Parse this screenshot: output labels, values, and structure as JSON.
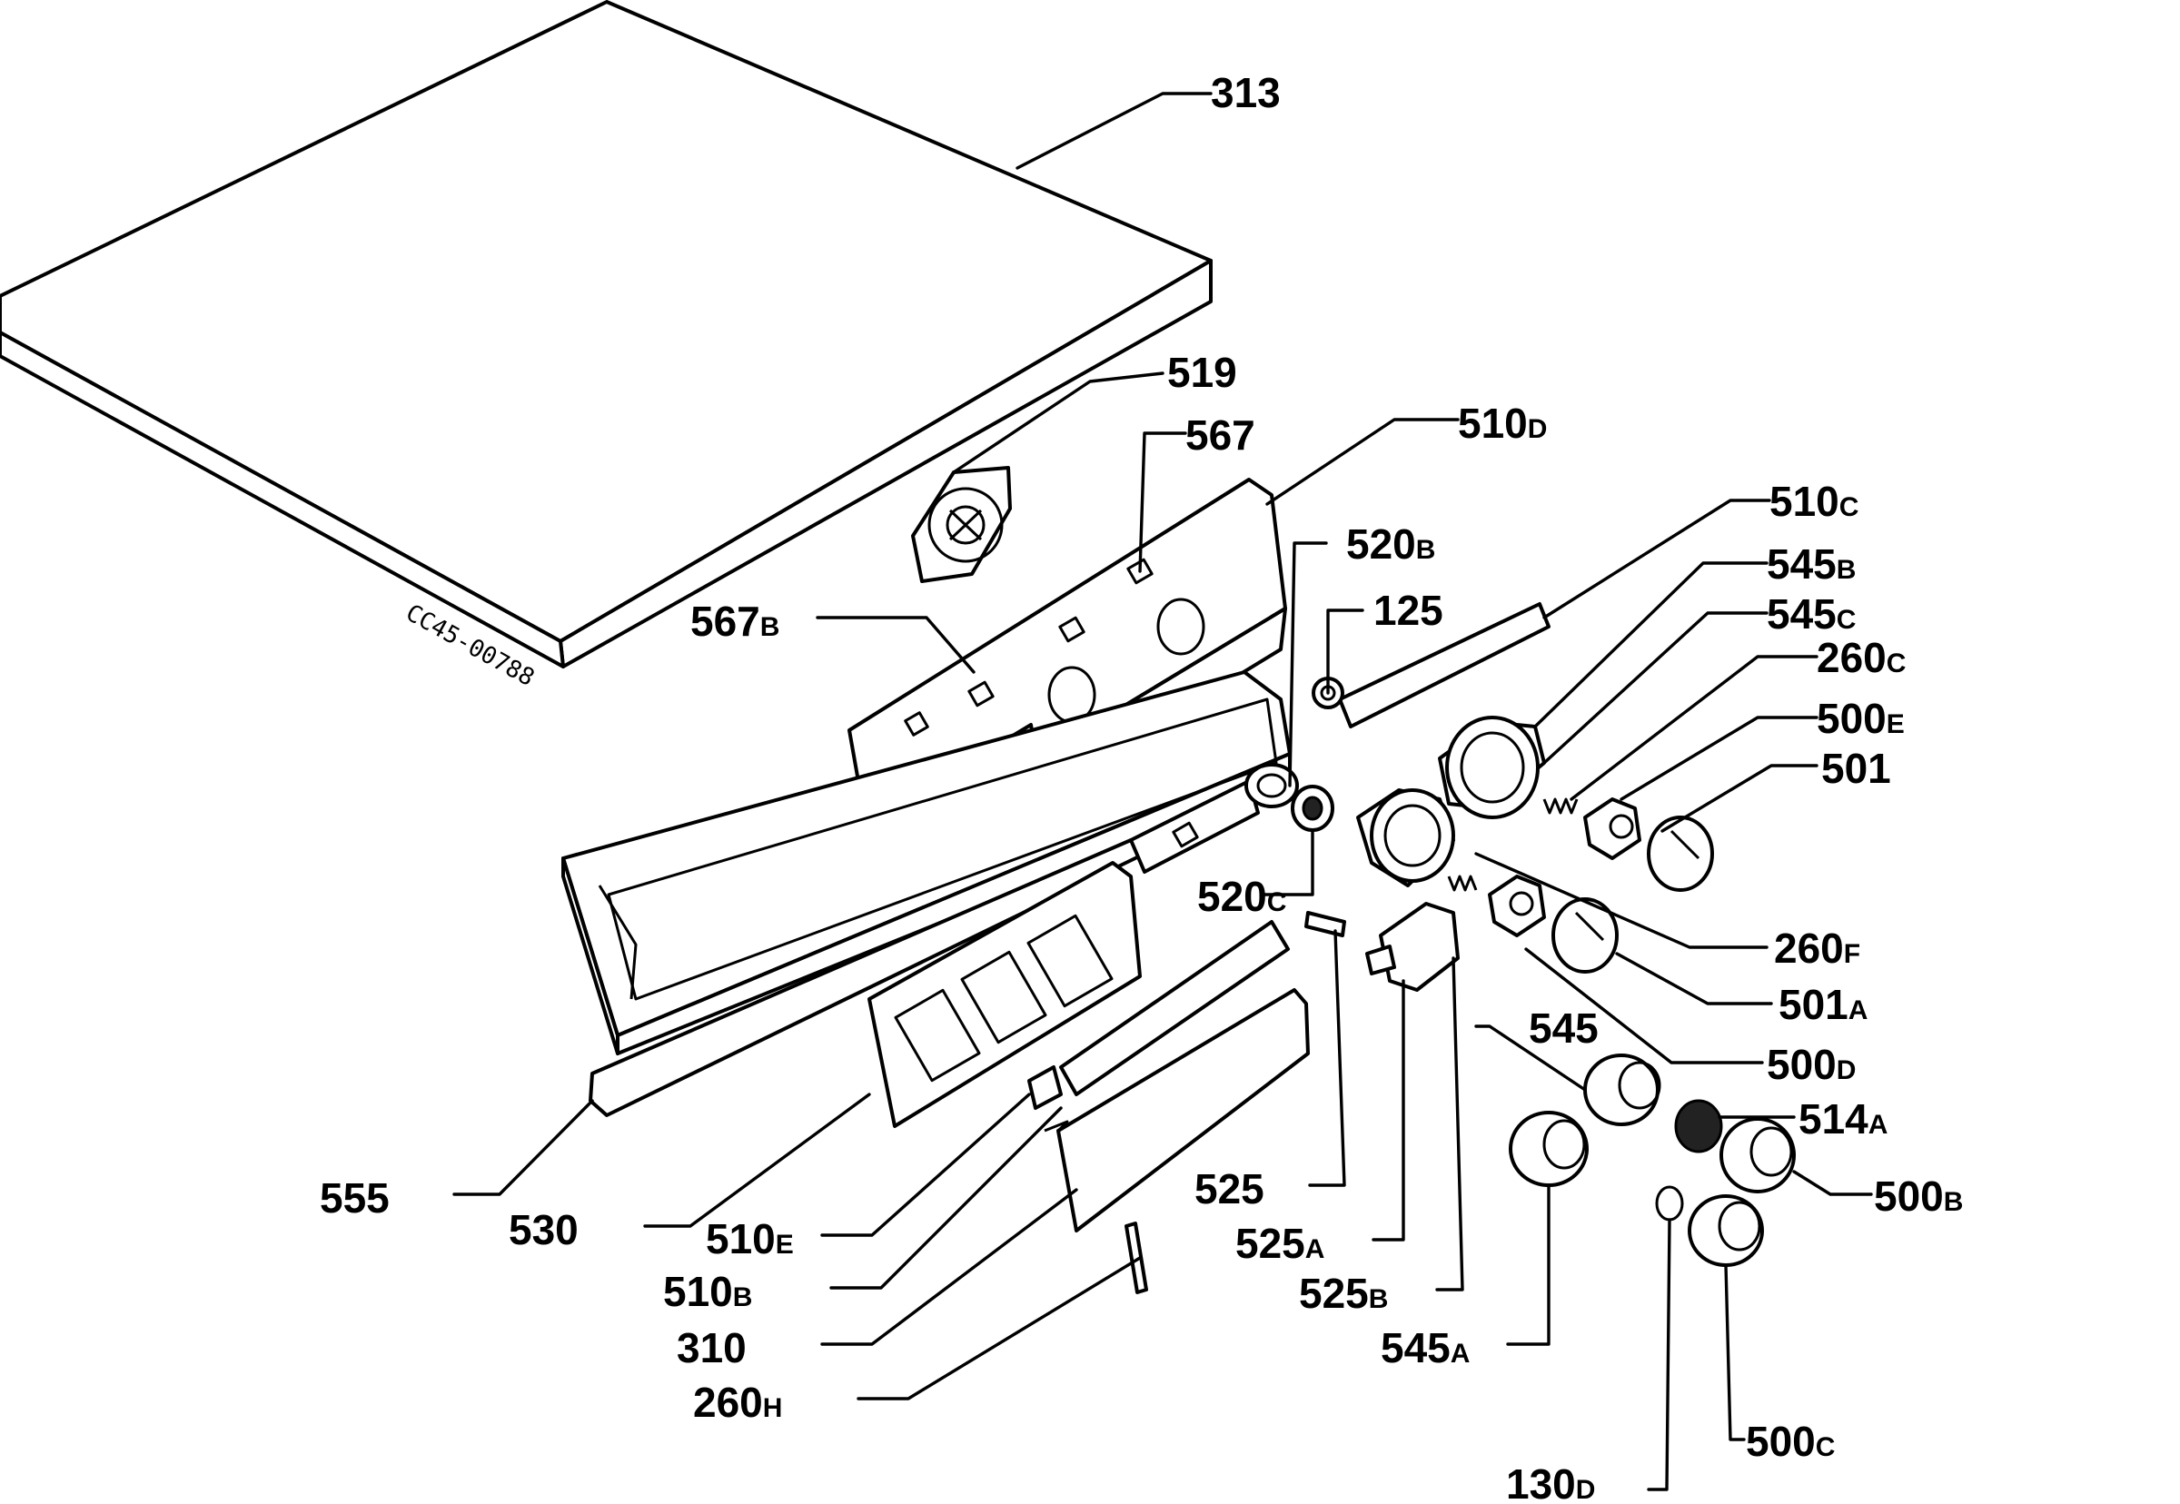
{
  "drawing_code": "CC45-00788",
  "labels": {
    "313": {
      "num": "313",
      "suffix": ""
    },
    "519": {
      "num": "519",
      "suffix": ""
    },
    "567": {
      "num": "567",
      "suffix": ""
    },
    "510D": {
      "num": "510",
      "suffix": "D"
    },
    "567B": {
      "num": "567",
      "suffix": "B"
    },
    "520B": {
      "num": "520",
      "suffix": "B"
    },
    "125": {
      "num": "125",
      "suffix": ""
    },
    "510C": {
      "num": "510",
      "suffix": "C"
    },
    "545B": {
      "num": "545",
      "suffix": "B"
    },
    "545C": {
      "num": "545",
      "suffix": "C"
    },
    "260C": {
      "num": "260",
      "suffix": "C"
    },
    "500E": {
      "num": "500",
      "suffix": "E"
    },
    "501": {
      "num": "501",
      "suffix": ""
    },
    "520C": {
      "num": "520",
      "suffix": "C"
    },
    "260F": {
      "num": "260",
      "suffix": "F"
    },
    "501A": {
      "num": "501",
      "suffix": "A"
    },
    "545": {
      "num": "545",
      "suffix": ""
    },
    "500D": {
      "num": "500",
      "suffix": "D"
    },
    "514A": {
      "num": "514",
      "suffix": "A"
    },
    "500B": {
      "num": "500",
      "suffix": "B"
    },
    "555": {
      "num": "555",
      "suffix": ""
    },
    "530": {
      "num": "530",
      "suffix": ""
    },
    "510E": {
      "num": "510",
      "suffix": "E"
    },
    "525": {
      "num": "525",
      "suffix": ""
    },
    "525A": {
      "num": "525",
      "suffix": "A"
    },
    "510B": {
      "num": "510",
      "suffix": "B"
    },
    "525B": {
      "num": "525",
      "suffix": "B"
    },
    "310": {
      "num": "310",
      "suffix": ""
    },
    "545A": {
      "num": "545",
      "suffix": "A"
    },
    "260H": {
      "num": "260",
      "suffix": "H"
    },
    "500C": {
      "num": "500",
      "suffix": "C"
    },
    "130D": {
      "num": "130",
      "suffix": "D"
    }
  }
}
